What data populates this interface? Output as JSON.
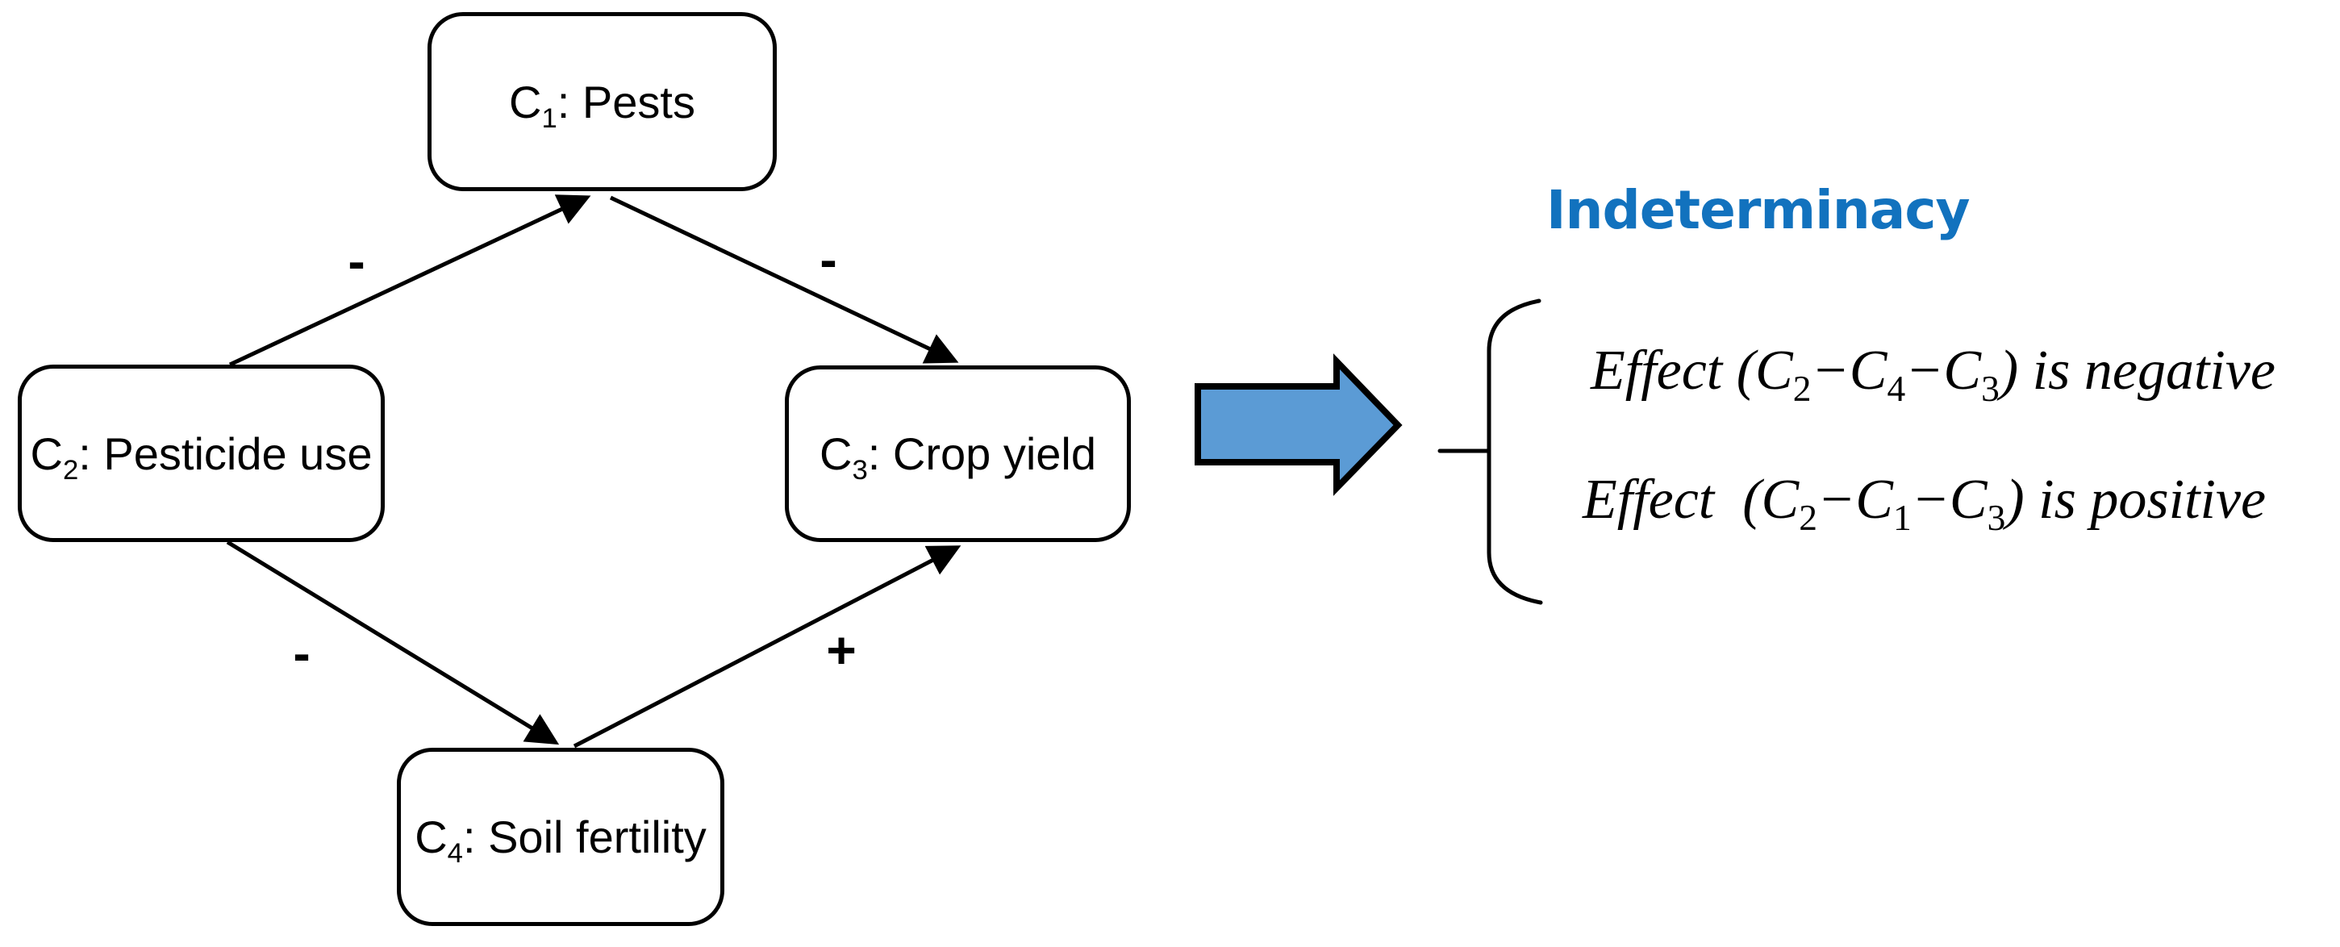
{
  "colors": {
    "background": "#ffffff",
    "text": "#000000",
    "node_border": "#000000",
    "edge": "#000000",
    "arrow_fill": "#5B9BD5",
    "arrow_outline": "#000000",
    "heading_blue": "#1272BE"
  },
  "nodes": [
    {
      "id": "C1",
      "prefix": "C",
      "sub": "1",
      "suffix": ": Pests"
    },
    {
      "id": "C2",
      "prefix": "C",
      "sub": "2",
      "suffix": ": Pesticide use"
    },
    {
      "id": "C3",
      "prefix": "C",
      "sub": "3",
      "suffix": ": Crop yield"
    },
    {
      "id": "C4",
      "prefix": "C",
      "sub": "4",
      "suffix": ": Soil fertility"
    }
  ],
  "edges": [
    {
      "from": "C2",
      "to": "C1",
      "sign": "-"
    },
    {
      "from": "C1",
      "to": "C3",
      "sign": "-"
    },
    {
      "from": "C2",
      "to": "C4",
      "sign": "-"
    },
    {
      "from": "C4",
      "to": "C3",
      "sign": "+"
    }
  ],
  "annotation": {
    "heading": "Indeterminacy",
    "lines": [
      {
        "prefix": "Effect (C",
        "sub_a": "2",
        "mid_ab": "−C",
        "sub_b": "4",
        "mid_bc": "−C",
        "sub_c": "3",
        "suffix": ") is negative"
      },
      {
        "prefix": "Effect  (C",
        "sub_a": "2",
        "mid_ab": "−C",
        "sub_b": "1",
        "mid_bc": "−C",
        "sub_c": "3",
        "suffix": ") is positive"
      }
    ]
  }
}
